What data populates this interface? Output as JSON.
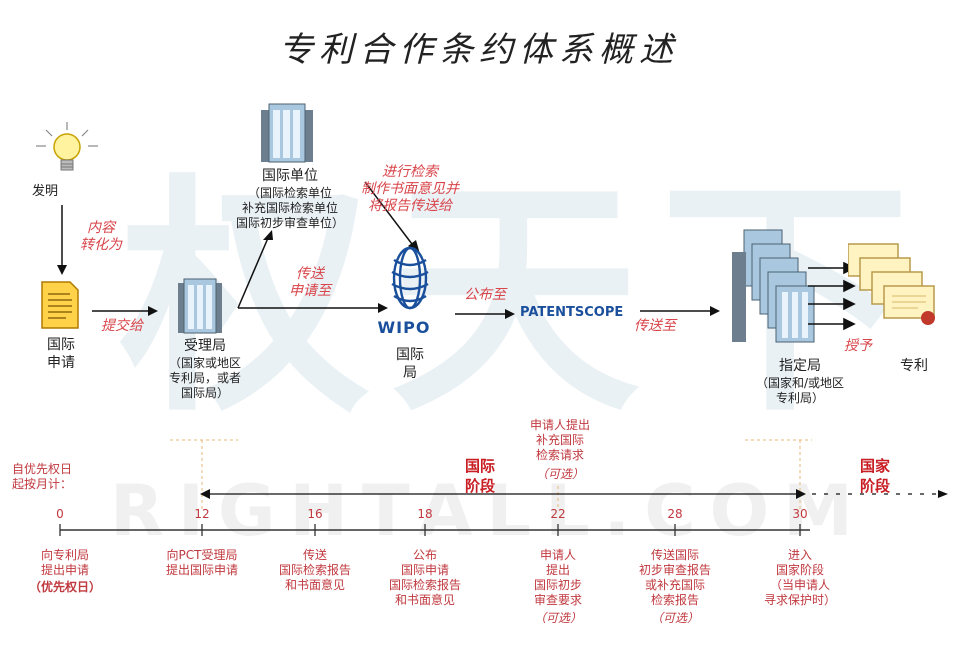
{
  "title": "专利合作条约体系概述",
  "watermark": {
    "chars": "权天下",
    "url": "RIGHTALL.COM"
  },
  "nodes": {
    "invention": "发明",
    "intl_application": "国际\n申请",
    "receiving_office": "受理局",
    "receiving_office_note": "（国家或地区\n专利局，或者\n国际局）",
    "isa": "国际单位",
    "isa_note": "（国际检索单位\n补充国际检索单位\n国际初步审查单位）",
    "wipo_logo": "WIPO",
    "wipo": "国际\n局",
    "patentscope": "PATENTSCOPE",
    "designated_office": "指定局",
    "designated_office_note": "（国家和/或地区\n专利局）",
    "patent": "专利"
  },
  "arrow_labels": {
    "content_convert": "内容\n转化为",
    "submit_to": "提交给",
    "transmit_to": "传送\n申请至",
    "search_opinion": "进行检索\n制作书面意见并\n将报告传送给",
    "publish_to": "公布至",
    "send_to": "传送至",
    "grant": "授予"
  },
  "timeline": {
    "axis_label": "自优先权日\n起按月计：",
    "intl_phase": "国际\n阶段",
    "national_phase": "国家\n阶段",
    "supp_search": "申请人提出\n补充国际\n检索请求",
    "supp_search_optional": "（可选）",
    "points": [
      {
        "month": "0",
        "desc": "向专利局\n提出申请",
        "extra": "（优先权日）"
      },
      {
        "month": "12",
        "desc": "向PCT受理局\n提出国际申请",
        "extra": ""
      },
      {
        "month": "16",
        "desc": "传送\n国际检索报告\n和书面意见",
        "extra": ""
      },
      {
        "month": "18",
        "desc": "公布\n国际申请\n国际检索报告\n和书面意见",
        "extra": ""
      },
      {
        "month": "22",
        "desc": "申请人\n提出\n国际初步\n审查要求",
        "extra": "（可选）"
      },
      {
        "month": "28",
        "desc": "传送国际\n初步审查报告\n或补充国际\n检索报告",
        "extra": "（可选）"
      },
      {
        "month": "30",
        "desc": "进入\n国家阶段\n（当申请人\n寻求保护时）",
        "extra": ""
      }
    ]
  },
  "colors": {
    "accent_red": "#d8454a",
    "timeline_red": "#c0393f",
    "phase_red": "#c81e24",
    "wipo_blue": "#1a4f9c"
  }
}
